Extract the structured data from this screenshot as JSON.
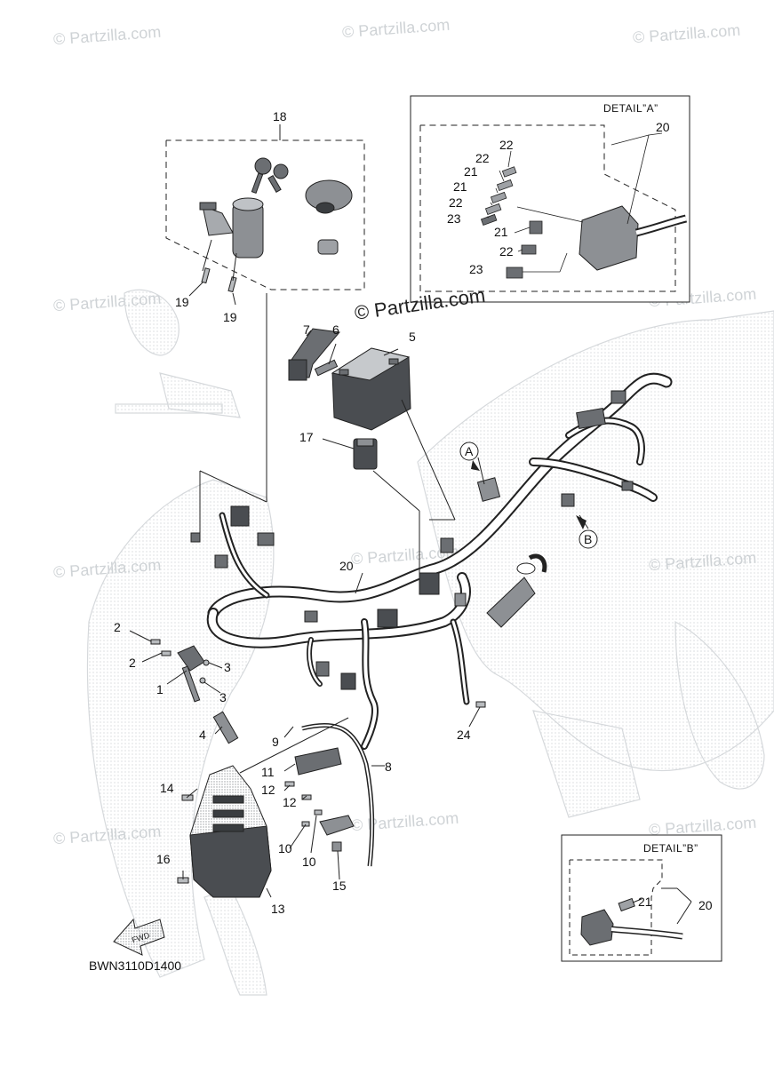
{
  "watermarks": {
    "text": "© Partzilla.com",
    "center_text": "© Partzilla.com"
  },
  "diagram_code": "BWN3110D1400",
  "direction_label": "FWD",
  "details": {
    "a_title": "DETAIL”A”",
    "b_title": "DETAIL”B”"
  },
  "markers": {
    "a": "A",
    "b": "B"
  },
  "callouts": {
    "c1": "1",
    "c2a": "2",
    "c2b": "2",
    "c3a": "3",
    "c3b": "3",
    "c4": "4",
    "c5": "5",
    "c6": "6",
    "c7": "7",
    "c8": "8",
    "c9": "9",
    "c10a": "10",
    "c10b": "10",
    "c11": "11",
    "c12a": "12",
    "c12b": "12",
    "c13": "13",
    "c14": "14",
    "c15": "15",
    "c16": "16",
    "c17": "17",
    "c18": "18",
    "c19a": "19",
    "c19b": "19",
    "c20": "20",
    "c24": "24",
    "a20": "20",
    "a21a": "21",
    "a21b": "21",
    "a21c": "21",
    "a22a": "22",
    "a22b": "22",
    "a22c": "22",
    "a22d": "22",
    "a23a": "23",
    "a23b": "23",
    "b21": "21",
    "b20": "20"
  },
  "colors": {
    "line": "#222222",
    "ghost": "#d9dcdf",
    "part_fill": "#6b6e72",
    "part_light": "#a9acb0",
    "watermark": "#cfd3d6"
  }
}
